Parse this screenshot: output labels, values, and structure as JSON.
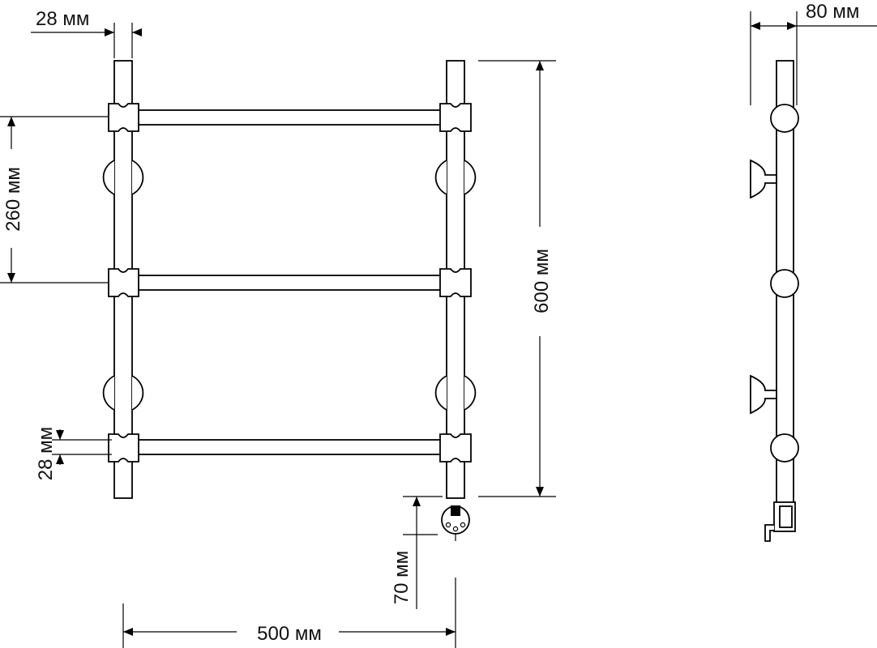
{
  "dimensions": {
    "pipe_diameter_top": "28 мм",
    "rung_spacing": "260 мм",
    "total_height": "600 мм",
    "pipe_diameter_side": "28 мм",
    "heater_offset": "70 мм",
    "total_width": "500 мм",
    "wall_offset": "80 мм"
  },
  "colors": {
    "line": "#000000",
    "background": "#ffffff"
  }
}
